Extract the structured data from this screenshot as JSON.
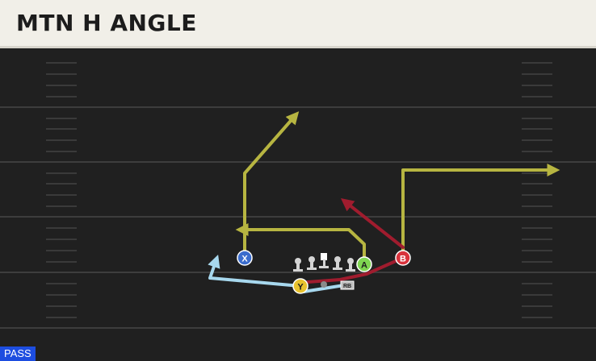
{
  "header": {
    "title": "MTN H ANGLE"
  },
  "play": {
    "type_badge": "PASS",
    "players": [
      {
        "id": "x",
        "label": "X",
        "color": "#3a6ccd"
      },
      {
        "id": "y",
        "label": "Y",
        "color": "#e8c22e"
      },
      {
        "id": "a",
        "label": "A",
        "color": "#7fd651"
      },
      {
        "id": "b",
        "label": "B",
        "color": "#d9323c"
      },
      {
        "id": "rb",
        "label": "RB",
        "color": "#bdbdbd"
      }
    ],
    "route_colors": {
      "yellow": "#b7b541",
      "red": "#a01c2e",
      "blue": "#a7d8ee"
    }
  }
}
